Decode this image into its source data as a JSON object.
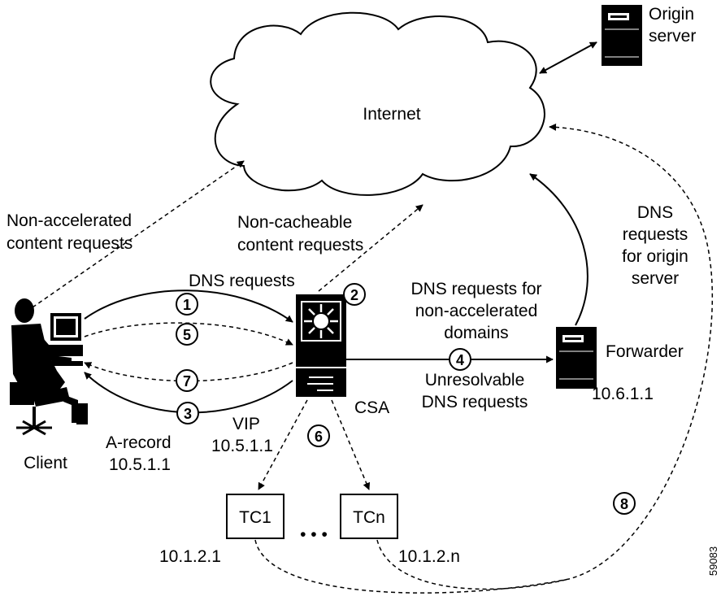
{
  "cloud": {
    "label": "Internet"
  },
  "origin_server": {
    "label_lines": [
      "Origin",
      "server"
    ]
  },
  "client": {
    "label": "Client"
  },
  "csa": {
    "label": "CSA"
  },
  "forwarder": {
    "label": "Forwarder",
    "ip": "10.6.1.1"
  },
  "tc1": {
    "label": "TC1",
    "ip": "10.1.2.1"
  },
  "tcn": {
    "label": "TCn",
    "ip": "10.1.2.n"
  },
  "ellipsis": "• • •",
  "vip": {
    "lines": [
      "VIP",
      "10.5.1.1"
    ]
  },
  "a_record": {
    "lines": [
      "A-record",
      "10.5.1.1"
    ]
  },
  "labels": {
    "non_accelerated": [
      "Non-accelerated",
      "content requests"
    ],
    "non_cacheable": [
      "Non-cacheable",
      "content requests"
    ],
    "dns_requests": "DNS requests",
    "dns_non_accel": [
      "DNS requests for",
      "non-accelerated",
      "domains"
    ],
    "unresolvable": [
      "Unresolvable",
      "DNS requests"
    ],
    "dns_origin": [
      "DNS",
      "requests",
      "for origin",
      "server"
    ]
  },
  "steps": [
    "1",
    "2",
    "3",
    "4",
    "5",
    "6",
    "7",
    "8"
  ],
  "figure_id": "59083"
}
